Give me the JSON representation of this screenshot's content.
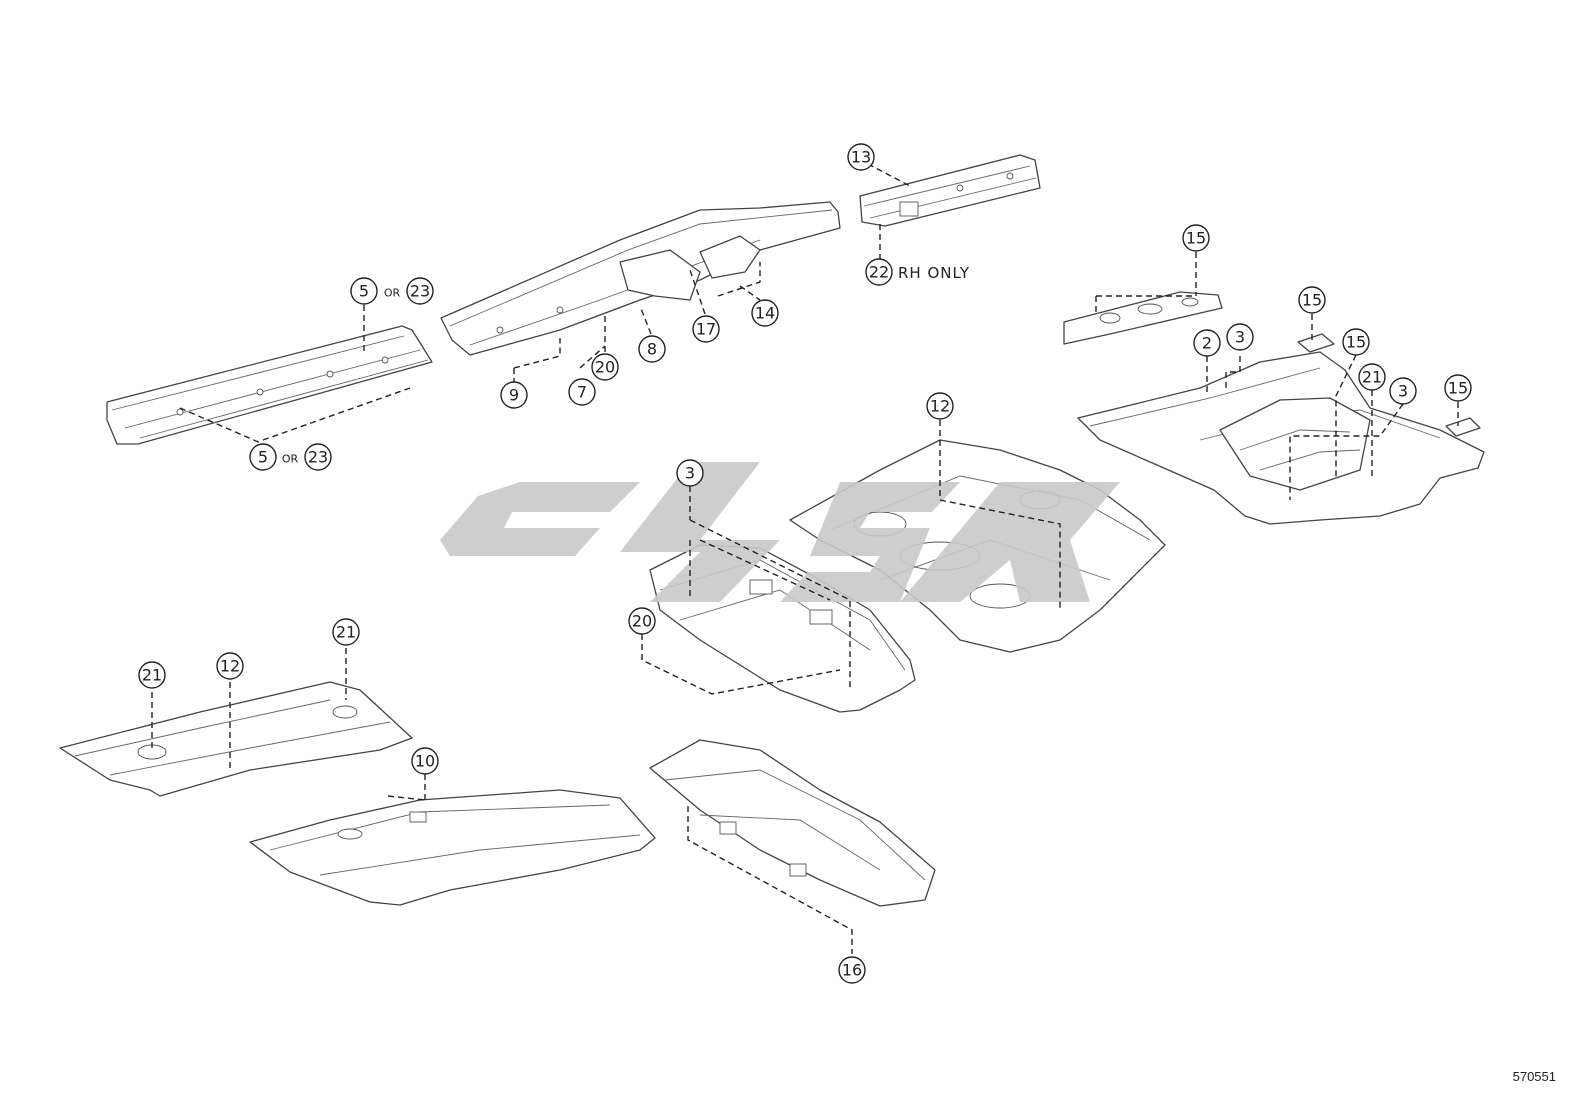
{
  "callouts": {
    "c5a": "5",
    "or_a": "OR",
    "c23a": "23",
    "c5b": "5",
    "or_b": "OR",
    "c23b": "23",
    "c9": "9",
    "c7": "7",
    "c20a": "20",
    "c8": "8",
    "c17": "17",
    "c14": "14",
    "c13": "13",
    "c22": "22",
    "c15a": "15",
    "c15b": "15",
    "c15c": "15",
    "c15d": "15",
    "c2": "2",
    "c3a": "3",
    "c21a": "21",
    "c3b": "3",
    "c12a": "12",
    "c3c": "3",
    "c20b": "20",
    "c21b": "21",
    "c12b": "12",
    "c21c": "21",
    "c10": "10",
    "c16": "16"
  },
  "notes": {
    "rh_only": "RH ONLY"
  },
  "figure_id": "570551",
  "watermark": {
    "color": "#c9c9c9"
  }
}
